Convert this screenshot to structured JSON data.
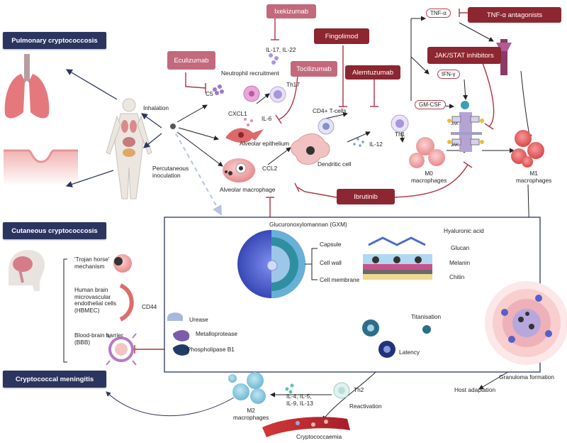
{
  "headers": {
    "pulmonary": "Pulmonary cryptococcosis",
    "cutaneous": "Cutaneous cryptococcosis",
    "meningitis": "Cryptococcal meningitis"
  },
  "drugs": {
    "ixekizumab": "Ixekizumab",
    "eculizumab": "Eculizumab",
    "tocilizumab": "Tocilizumab",
    "fingolimod": "Fingolimod",
    "alemtuzumab": "Alemtuzumab",
    "tnf_antagonists": "TNF-α antagonists",
    "jak_stat": "JAK/STAT inhibitors",
    "ibrutinib": "Ibrutinib"
  },
  "cytokines": {
    "tnf": "TNF-α",
    "ifn": "IFN-γ",
    "gmcsf": "GM-CSF"
  },
  "labels": {
    "il17_il22": "IL-17, IL-22",
    "neutrophil_recruitment": "Neutrophil recruitment",
    "th17": "Th17",
    "c5": "C5",
    "cxcl1": "CXCL1",
    "il6": "IL-6",
    "inhalation": "Inhalation",
    "alveolar_epithelium": "Alveolar epithelium",
    "cd4_tcells": "CD4+ T-cells",
    "th1": "Th1",
    "il12": "IL-12",
    "dendritic_cell": "Dendritic cell",
    "ccl2": "CCL2",
    "percutaneous": "Percutaneous\ninoculation",
    "alveolar_macrophage": "Alveolar macrophage",
    "m0": "M0\nmacrophages",
    "m1": "M1\nmacrophages",
    "jak": "JAK",
    "gxm": "Glucuronoxylomannan (GXM)",
    "capsule": "Capsule",
    "cell_wall": "Cell wall",
    "cell_membrane": "Cell membrane",
    "hyaluronic": "Hyaluronic acid",
    "glucan": "Glucan",
    "melanin": "Melanin",
    "chitin": "Chitin",
    "urease": "Urease",
    "metalloprotease": "Metalloprotease",
    "phospholipase": "Phospholipase B1",
    "titanisation": "Titanisation",
    "latency": "Latency",
    "trojan": "'Trojan horse'\nmechanism",
    "hbmec": "Human brain\nmicrovascular\nendothelial cells\n(HBMEC)",
    "cd44": "CD44",
    "bbb": "Blood-brain barrier\n(BBB)",
    "granuloma": "Granuloma formation",
    "host_adaptation": "Host adaptation",
    "th2": "Th2",
    "il4_13": "IL-4, IL-5,\nIL-9, IL-13",
    "m2": "M2\nmacrophages",
    "reactivation": "Reactivation",
    "cryptococcaemia": "Cryptococcaemia"
  },
  "colors": {
    "header_bg": "#2b3560",
    "drug_pink": "#c26a7c",
    "drug_red": "#8c2630",
    "arrow_navy": "#2b3560",
    "inhibit_red": "#b03040",
    "yeast_blue": "#4a5fc7",
    "macrophage_pink": "#f2a3a3"
  }
}
